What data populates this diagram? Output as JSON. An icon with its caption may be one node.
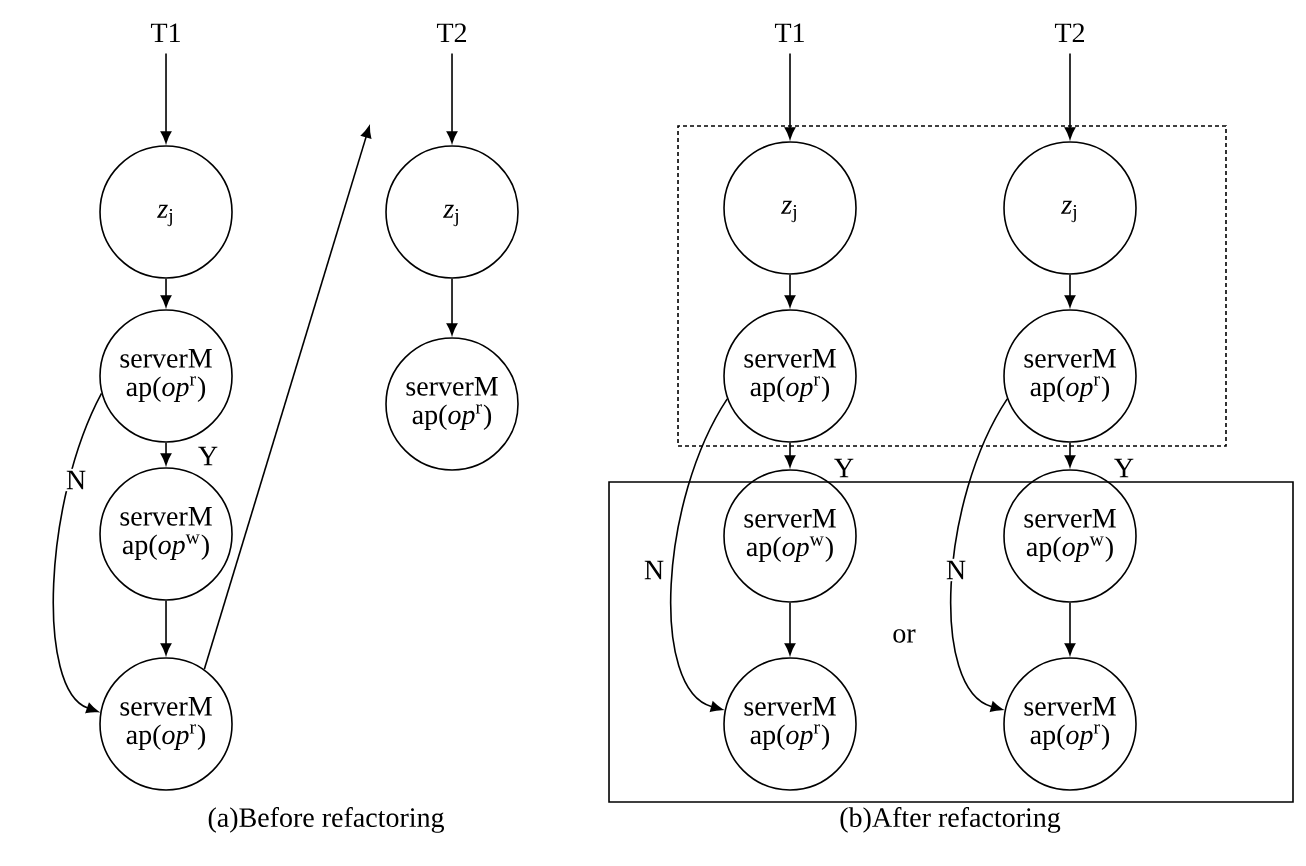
{
  "diagram": {
    "nodes": [
      {
        "text": [
          "T1"
        ]
      },
      {
        "text": [
          "*z*$_{j}$"
        ]
      },
      {
        "text": [
          "serverM",
          "ap(*op*$^{r}$)"
        ]
      },
      {
        "text": [
          "serverM",
          "ap(*op*$^{w}$)"
        ]
      },
      {
        "text": [
          "serverM",
          "ap(*op*$^{r}$)"
        ]
      },
      {
        "text": [
          "T2"
        ]
      },
      {
        "text": [
          "*z*$_{j}$"
        ]
      },
      {
        "text": [
          "serverM",
          "ap(*op*$^{r}$)"
        ]
      },
      {
        "text": [
          "T1"
        ]
      },
      {
        "text": [
          "T2"
        ]
      },
      {
        "text": [],
        "shape": "box"
      },
      {
        "text": [
          "*z*$_{j}$"
        ],
        "in": 10
      },
      {
        "text": [
          "*z*$_{j}$"
        ],
        "in": 10
      },
      {
        "text": [
          "serverM",
          "ap(*op*$^{r}$)"
        ],
        "in": 10
      },
      {
        "text": [
          "serverM",
          "ap(*op*$^{r}$)"
        ],
        "in": 10
      },
      {
        "text": [],
        "shape": "box"
      },
      {
        "text": [
          "serverM",
          "ap(*op*$^{w}$)"
        ],
        "in": 15
      },
      {
        "text": [
          "serverM",
          "ap(*op*$^{w}$)"
        ],
        "in": 15
      },
      {
        "text": [
          "serverM",
          "ap(*op*$^{r}$)"
        ],
        "in": 15
      },
      {
        "text": [
          "serverM",
          "ap(*op*$^{r}$)"
        ],
        "in": 15
      }
    ],
    "edges": [
      {
        "from": 0,
        "to": 1,
        "arrow": "to"
      },
      {
        "from": 1,
        "to": 2,
        "arrow": "to"
      },
      {
        "from": 2,
        "to": 3,
        "arrow": "to",
        "label": "Y"
      },
      {
        "from": 3,
        "to": 4,
        "arrow": "to"
      },
      {
        "from": 2,
        "to": 4,
        "arrow": "to",
        "label": "N"
      },
      {
        "from": 4,
        "to": null,
        "arrow": "to"
      },
      {
        "from": 5,
        "to": 6,
        "arrow": "to"
      },
      {
        "from": 6,
        "to": 7,
        "arrow": "to"
      },
      {
        "from": 8,
        "to": 11,
        "arrow": "to"
      },
      {
        "from": 9,
        "to": 12,
        "arrow": "to"
      },
      {
        "from": 11,
        "to": 13,
        "arrow": "to"
      },
      {
        "from": 12,
        "to": 14,
        "arrow": "to"
      },
      {
        "from": 13,
        "to": 16,
        "arrow": "to",
        "label": "Y"
      },
      {
        "from": 14,
        "to": 17,
        "arrow": "to",
        "label": "Y"
      },
      {
        "from": 16,
        "to": 18,
        "arrow": "to"
      },
      {
        "from": 17,
        "to": 19,
        "arrow": "to"
      },
      {
        "from": 13,
        "to": 18,
        "arrow": "to",
        "label": "N"
      },
      {
        "from": 14,
        "to": 19,
        "arrow": "to",
        "label": "N"
      }
    ],
    "labels": [
      "or",
      "(a)Before refactoring",
      "(b)After refactoring"
    ]
  }
}
